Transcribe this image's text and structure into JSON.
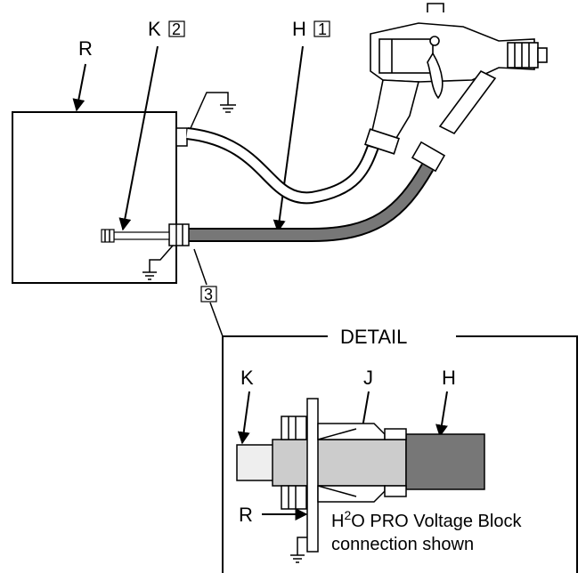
{
  "labels": {
    "R": "R",
    "K": "K",
    "K_ref": "2",
    "H": "H",
    "H_ref": "1",
    "ref3": "3"
  },
  "detail": {
    "title": "DETAIL",
    "K": "K",
    "J": "J",
    "H": "H",
    "R": "R",
    "caption_line1_prefix": "H",
    "caption_line1_sup": "2",
    "caption_line1_suffix": "O PRO Voltage Block",
    "caption_line2": "connection shown"
  },
  "colors": {
    "hose_fill": "#777777",
    "block_fill": "#cccccc",
    "tube_fill": "#e8e8e8",
    "outline": "#000000"
  }
}
